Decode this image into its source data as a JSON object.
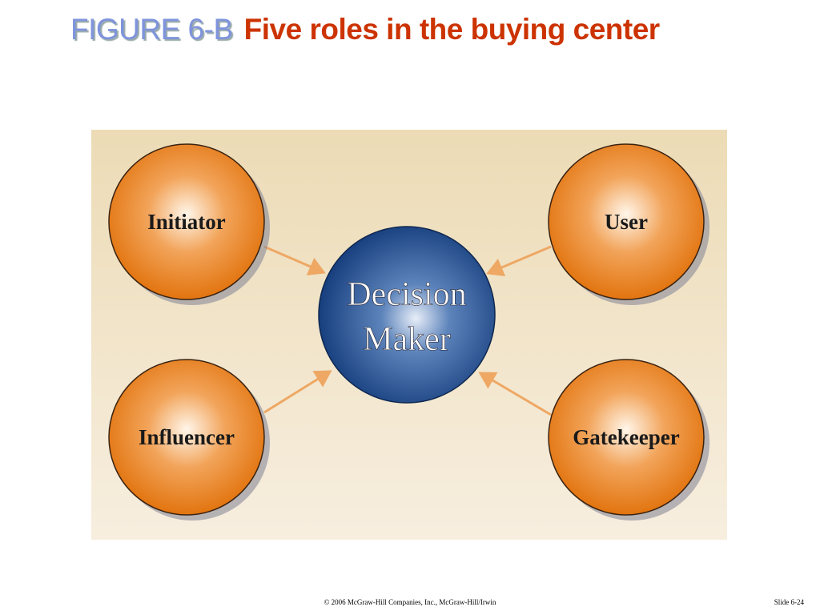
{
  "title": {
    "figure_label": "FIGURE 6-B",
    "text": "Five roles in the buying center"
  },
  "diagram": {
    "center": "Decision Maker",
    "center_lines": [
      "Decision",
      "Maker"
    ],
    "roles": [
      "Initiator",
      "User",
      "Influencer",
      "Gatekeeper"
    ]
  },
  "footer": {
    "copyright": "© 2006 McGraw-Hill Companies, Inc., McGraw-Hill/Irwin",
    "slide": "Slide 6-24"
  },
  "colors": {
    "orange": "#e87b1c",
    "blue": "#1f4f8f",
    "arrow": "#eea864",
    "title_red": "#cc3300",
    "figure_blue": "#7f94dc"
  }
}
